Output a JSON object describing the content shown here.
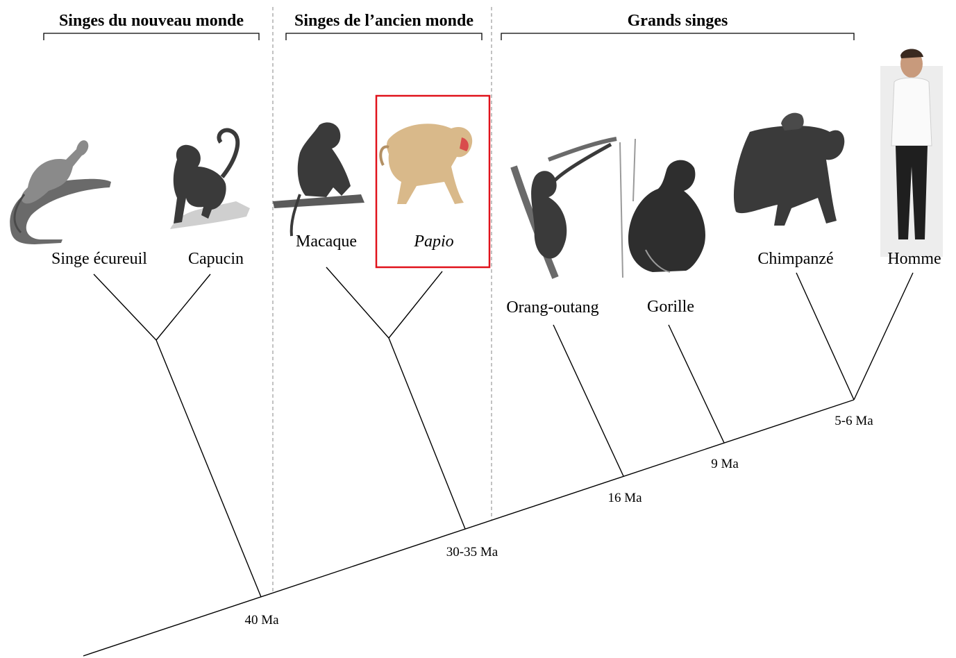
{
  "groups": [
    {
      "id": "nouveau",
      "title": "Singes du nouveau monde"
    },
    {
      "id": "ancien",
      "title": "Singes de l’ancien monde"
    },
    {
      "id": "grands",
      "title": "Grands singes"
    }
  ],
  "taxa": [
    {
      "id": "singe-ecureuil",
      "label": "Singe écureuil",
      "illustration": "squirrel-monkey-drawing"
    },
    {
      "id": "capucin",
      "label": "Capucin",
      "illustration": "capuchin-drawing"
    },
    {
      "id": "macaque",
      "label": "Macaque",
      "illustration": "macaque-drawing"
    },
    {
      "id": "papio",
      "label": "Papio",
      "italic": true,
      "highlighted": true,
      "illustration": "baboon-drawing"
    },
    {
      "id": "orang-outang",
      "label": "Orang-outang",
      "illustration": "orangutan-drawing"
    },
    {
      "id": "gorille",
      "label": "Gorille",
      "illustration": "gorilla-drawing"
    },
    {
      "id": "chimpanze",
      "label": "Chimpanzé",
      "illustration": "chimpanzee-drawing"
    },
    {
      "id": "homme",
      "label": "Homme",
      "illustration": "human-photo"
    }
  ],
  "divergence_ages": [
    {
      "id": "age-40",
      "label": "40 Ma"
    },
    {
      "id": "age-30-35",
      "label": "30-35 Ma"
    },
    {
      "id": "age-16",
      "label": "16 Ma"
    },
    {
      "id": "age-9",
      "label": "9 Ma"
    },
    {
      "id": "age-5-6",
      "label": "5-6 Ma"
    }
  ],
  "colors": {
    "highlight": "#e0121b",
    "divider": "#9a9a9a",
    "fur_dark": "#3a3a3a",
    "fur_grey": "#8a8a8a",
    "fur_baboon": "#d9b98a",
    "baboon_face": "#d94c4c"
  }
}
